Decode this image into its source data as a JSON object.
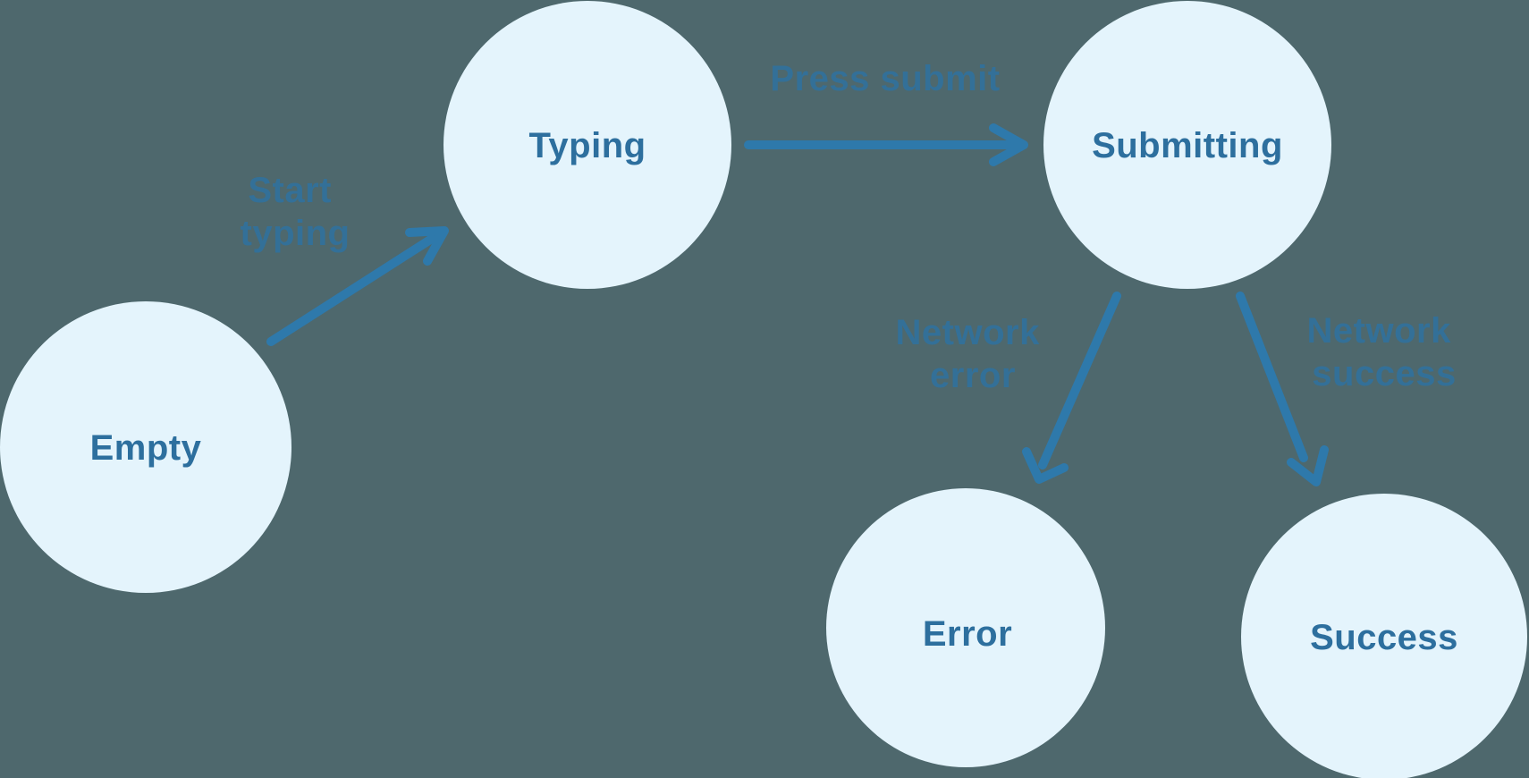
{
  "diagram": {
    "nodes": [
      {
        "id": "empty",
        "label": "Empty"
      },
      {
        "id": "typing",
        "label": "Typing"
      },
      {
        "id": "submitting",
        "label": "Submitting"
      },
      {
        "id": "error",
        "label": "Error"
      },
      {
        "id": "success",
        "label": "Success"
      }
    ],
    "edges": [
      {
        "id": "start-typing",
        "from": "empty",
        "to": "typing",
        "label_lines": [
          "Start",
          "typing"
        ]
      },
      {
        "id": "press-submit",
        "from": "typing",
        "to": "submitting",
        "label_lines": [
          "Press submit"
        ]
      },
      {
        "id": "network-error",
        "from": "submitting",
        "to": "error",
        "label_lines": [
          "Network",
          "error"
        ]
      },
      {
        "id": "network-success",
        "from": "submitting",
        "to": "success",
        "label_lines": [
          "Network",
          "success"
        ]
      }
    ]
  },
  "colors": {
    "background": "#4e686d",
    "node_fill": "#e4f4fc",
    "node_text": "#2d6f9e",
    "arrow": "#2e79ab",
    "edge_label": "#337098"
  }
}
